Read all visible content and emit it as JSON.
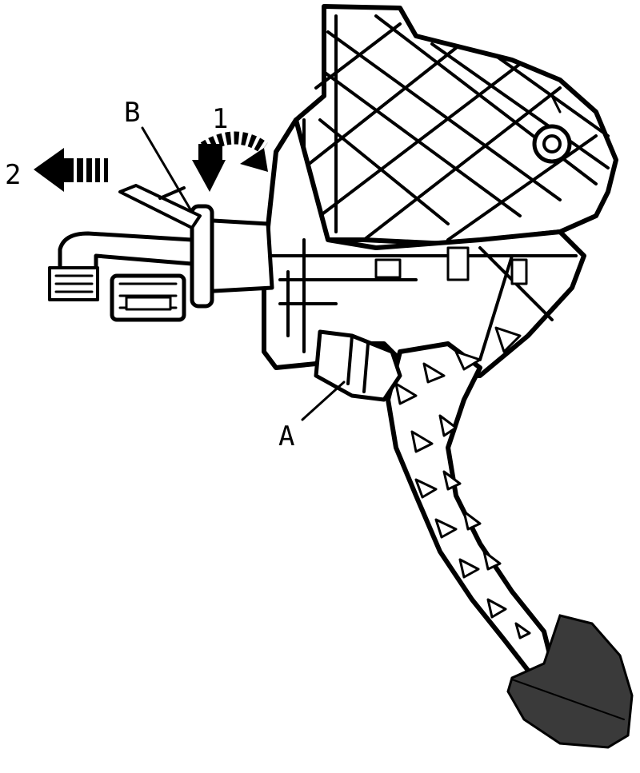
{
  "figure": {
    "callouts": {
      "label_b": "B",
      "label_1": "1",
      "label_2": "2",
      "label_a": "A"
    },
    "colors": {
      "ink": "#000000",
      "paper": "#ffffff",
      "pedal_pad": "#3a3a3a"
    },
    "icons": {
      "rotate_arrow": "rotate-arrow-icon",
      "pull_arrow": "pull-arrow-icon"
    }
  }
}
